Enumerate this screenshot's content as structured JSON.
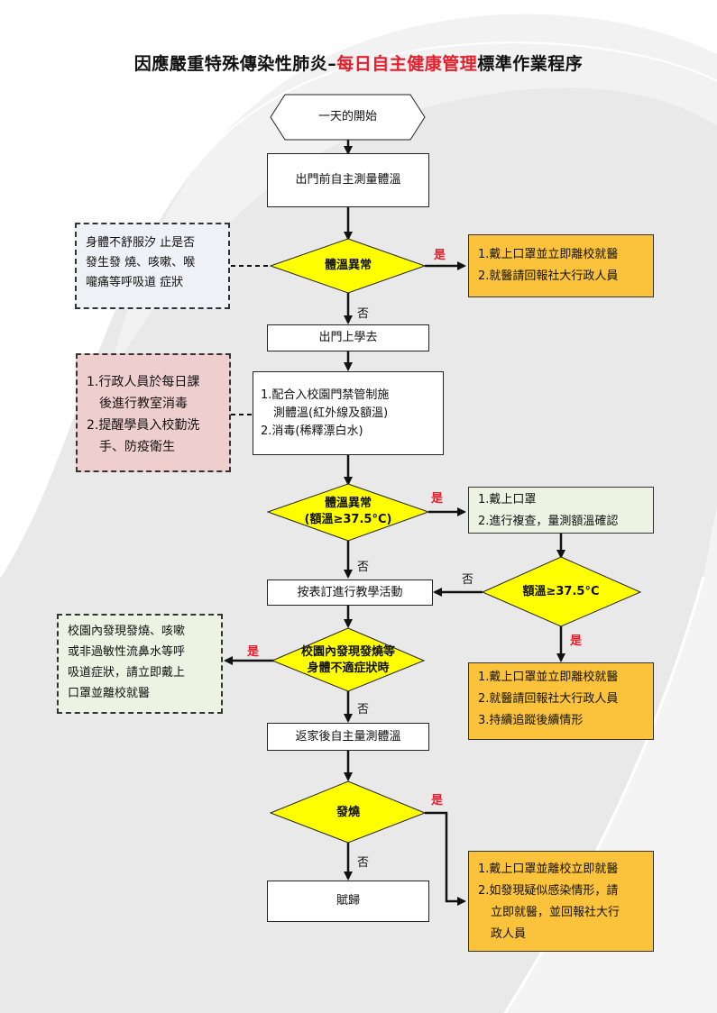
{
  "title": {
    "prefix": "因應嚴重特殊傳染性肺炎–",
    "highlight": "每日自主健康管理",
    "suffix": "標準作業程序"
  },
  "colors": {
    "highlight_red": "#e61e2b",
    "decision_yellow": "#ffff00",
    "action_orange": "#fbc33b",
    "note_pink": "#efcece",
    "note_gray": "#eef2f6",
    "note_green": "#eef2e3"
  },
  "flow": {
    "start": "一天的開始",
    "step1": "出門前自主測量體溫",
    "decision1": "體溫異常",
    "yes1_actions": [
      "1.戴上口罩並立即離校就醫",
      "2.就醫請回報社大行政人員"
    ],
    "note1": [
      "身體不舒服汐 止是否",
      "發生發 燒、咳嗽、喉",
      "嚨痛等呼吸道 症狀"
    ],
    "step2": "出門上學去",
    "step3": [
      "1.配合入校園門禁管制施",
      "測體溫(紅外線及額溫)",
      "2.消毒(稀釋漂白水)"
    ],
    "note2": [
      "1.行政人員於每日課",
      "後進行教室消毒",
      "2.提醒學員入校勤洗",
      "手、防疫衛生"
    ],
    "decision2": [
      "體溫異常",
      "(額溫≥37.5°C)"
    ],
    "yes2_actions": [
      "1.戴上口罩",
      "2.進行複查，量測額溫確認"
    ],
    "decision3": "額溫≥37.5°C",
    "yes3_actions": [
      "1.戴上口罩並立即離校就醫",
      "2.就醫請回報社大行政人員",
      "3.持續追蹤後續情形"
    ],
    "step4": "按表訂進行教學活動",
    "decision4": [
      "校園內發現發燒等",
      "身體不適症狀時"
    ],
    "note3": [
      "校園內發現發燒、咳嗽",
      "或非過敏性流鼻水等呼",
      "吸道症狀，請立即戴上",
      "口罩並離校就醫"
    ],
    "step5": "返家後自主量測體溫",
    "decision5": "發燒",
    "yes5_actions": [
      "1.戴上口罩並離校立即就醫",
      "2.如發現疑似感染情形，請",
      "立即就醫，並回報社大行",
      "政人員"
    ],
    "end": "賦歸",
    "yes_label": "是",
    "no_label": "否"
  }
}
